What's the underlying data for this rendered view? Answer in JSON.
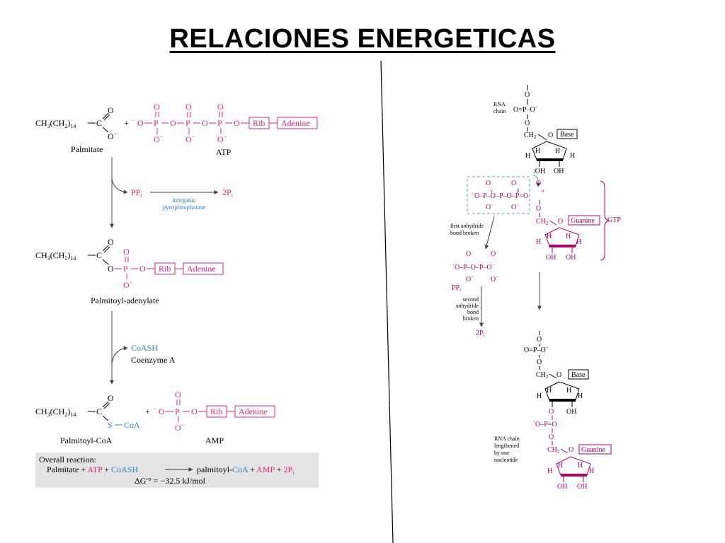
{
  "title": "RELACIONES ENERGETICAS",
  "colors": {
    "magenta": "#e0237c",
    "blue": "#2c84c4",
    "darkmagenta": "#b3006b",
    "teal": "#4fb0b4",
    "gray_box": "#e4e4e4"
  },
  "left_panel": {
    "palmitate_formula_main": "CH",
    "palmitate_sub3": "3",
    "palmitate_ch2": "(CH",
    "palmitate_sub2": "2",
    "palmitate_close": ")",
    "palmitate_sub14": "14",
    "carbon": "C",
    "oxygen": "O",
    "o_minus": "O",
    "minus": "−",
    "plus": "+",
    "phosphorus": "P",
    "rib": "Rib",
    "adenine": "Adenine",
    "palmitate_label": "Palmitate",
    "atp_label": "ATP",
    "ppi": "PP",
    "ppi_sub": "i",
    "two_pi": "2P",
    "two_pi_sub": "i",
    "enzyme_line1": "inorganic",
    "enzyme_line2": "pyrophosphatase",
    "palmitoyl_adenylate_label": "Palmitoyl-adenylate",
    "coash": "CoASH",
    "coenzyme_a": "Coenzyme A",
    "sulfur": "S",
    "coa": "CoA",
    "palmitoyl_coa_label": "Palmitoyl-CoA",
    "amp_label": "AMP",
    "overall_heading": "Overall reaction:",
    "overall_palmitate": "Palmitate +",
    "overall_atp": "ATP",
    "overall_plus": "+",
    "overall_coash": "CoASH",
    "overall_arrow_product": "palmitoyl-",
    "overall_coa": "CoA",
    "overall_plus2": "+",
    "overall_amp": "AMP",
    "overall_plus3": "+",
    "overall_2pi": "2P",
    "overall_2pi_sub": "i",
    "delta_g": "ΔG′° = −32.5 kJ/mol"
  },
  "right_panel": {
    "rna_chain_line1": "RNA",
    "rna_chain_line2": "chain",
    "ch2": "CH",
    "ch2_sub": "2",
    "base": "Base",
    "h": "H",
    "oh": "OH",
    "colon_oh": ":OH",
    "gamma": "γ",
    "beta": "β",
    "alpha": "α",
    "guanine": "Guanine",
    "gtp": "GTP",
    "first_line1": "first anhydride",
    "first_line2": "bond broken",
    "second_line1": "second",
    "second_line2": "anhydride",
    "second_line3": "bond",
    "second_line4": "broken",
    "ppi": "PP",
    "ppi_sub": "i",
    "two_pi": "2P",
    "two_pi_sub": "i",
    "o_eq_p": "O=P",
    "eq_o": "=O",
    "lengthened_line1": "RNA chain",
    "lengthened_line2": "lengthened",
    "lengthened_line3": "by one",
    "lengthened_line4": "nucleotide"
  }
}
